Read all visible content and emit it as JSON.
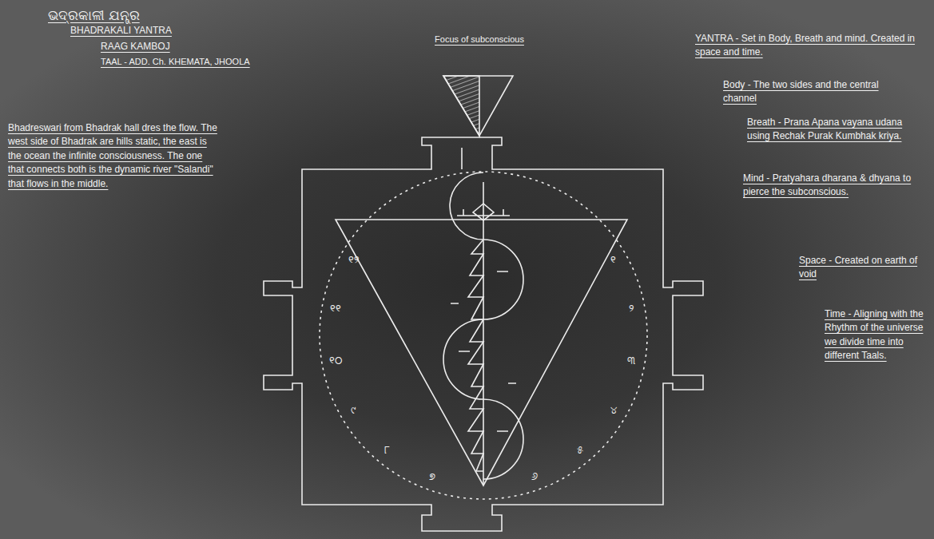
{
  "diagram": {
    "title": "ଭଦ୍ରକାଳୀ ଯନ୍ତ୍ର",
    "labels": [
      "BHADRAKALI YANTRA",
      "RAAG KAMBOJ",
      "TAAL - ADD. Ch. KHEMATA, JHOOLA",
      "Focus of subconscious",
      "Bhadreswari from Bhadrak hall dres the flow. The west side of Bhadrak are hills static, the east is the ocean the infinite consciousness. The one that connects both is the dynamic river \"Salandi\" that flows in the middle.",
      "YANTRA - Set in Body, Breath and mind. Created in space and time.",
      "Body - The two sides and the central channel",
      "Breath - Prana Apana vayana udana using Rechak Purak Kumbhak kriya.",
      "Mind - Pratyahara dharana & dhyana to pierce the subconscious.",
      "Space - Created on earth of void",
      "Time - Aligning with the Rhythm of the universe we divide time into different Taals.",
      "୧",
      "୨",
      "୩",
      "୪",
      "୫",
      "୬",
      "୭",
      "୮",
      "୯",
      "୧୦",
      "୧୧",
      "୧୨"
    ]
  }
}
